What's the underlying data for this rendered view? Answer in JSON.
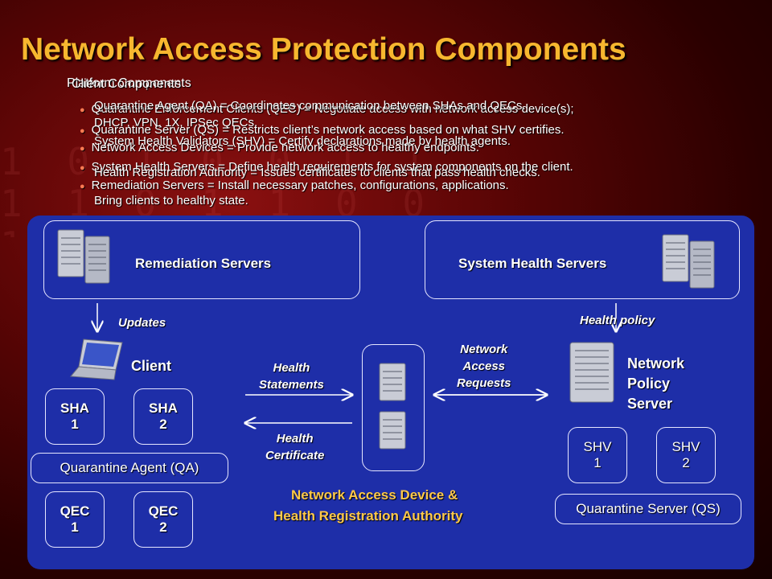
{
  "title": "Network Access Protection Components",
  "bullets": {
    "heading_a": "Platform Components",
    "heading_b": "Client Components",
    "lines": [
      "Quarantine Enforcement Clients (QEC) = Negotiate access with network access device(s);",
      "Quarantine Agent (QA) = Coordinates communication between SHAs and QECs.",
      "DHCP, VPN, 1X, IPSec QECs.",
      "Quarantine Server (QS) = Restricts client’s network access based on what SHV certifies.",
      "System Health Validators (SHV) = Certify declarations made by health agents.",
      "Network Access Devices = Provide network access to healthy endpoints.",
      "System Health Servers = Define health requirements for system components on the client.",
      "Health Registration Authority = Issues certificates to clients that pass health checks.",
      "Remediation Servers = Install necessary patches, configurations, applications.",
      "Bring clients to healthy state."
    ]
  },
  "diagram": {
    "remediation_servers": "Remediation Servers",
    "system_health_servers": "System Health Servers",
    "updates": "Updates",
    "health_policy": "Health policy",
    "client": "Client",
    "health_statements": "Health\nStatements",
    "health_certificate": "Health\nCertificate",
    "network_access_requests": "Network\nAccess\nRequests",
    "network_policy_server": "Network\nPolicy\nServer",
    "sha1": "SHA\n1",
    "sha2": "SHA\n2",
    "quarantine_agent": "Quarantine Agent (QA)",
    "qec1": "QEC\n1",
    "qec2": "QEC\n2",
    "shv1": "SHV\n1",
    "shv2": "SHV\n2",
    "quarantine_server": "Quarantine Server (QS)",
    "nad_line1": "Network Access Device &",
    "nad_line2": "Health Registration Authority"
  },
  "icons": {
    "server": "server-rack-icon",
    "laptop": "laptop-icon"
  },
  "colors": {
    "title": "#f7b72f",
    "panel": "#1e2ea8",
    "nad_label": "#ffc94a",
    "bullet": "#ff7b52"
  }
}
